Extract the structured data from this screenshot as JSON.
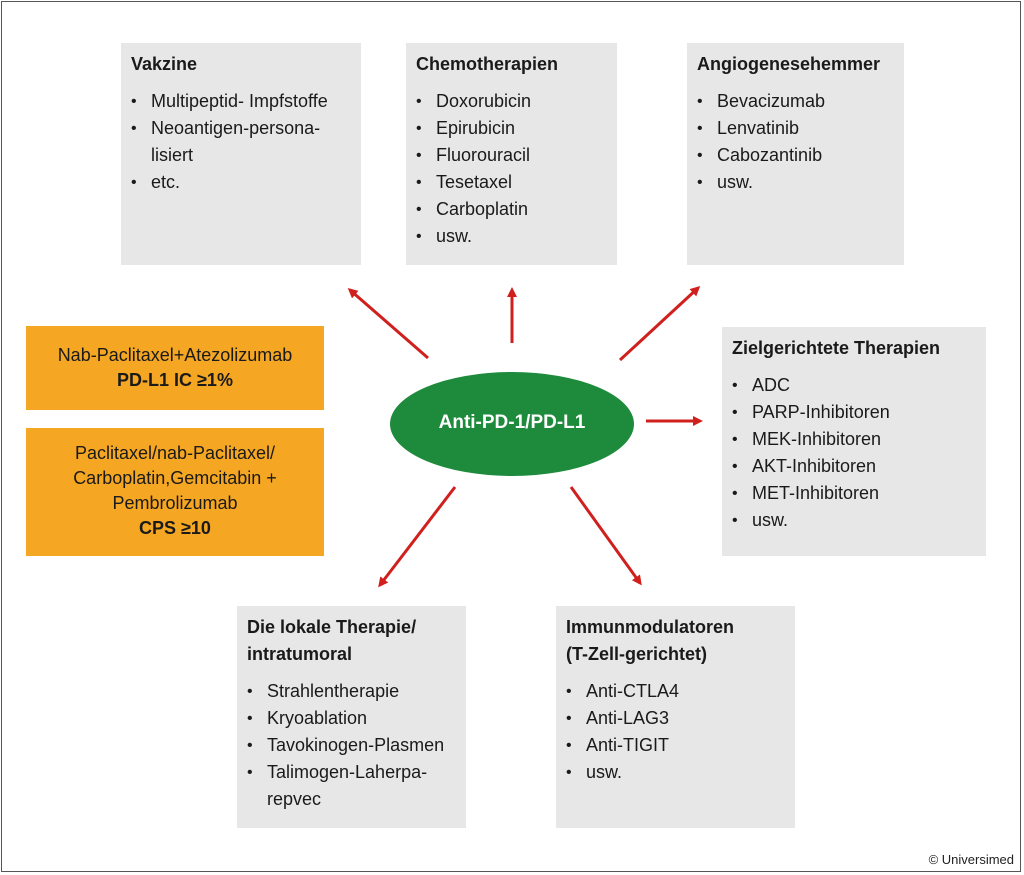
{
  "center": {
    "label": "Anti-PD-1/PD-L1",
    "fill": "#1e8a3c"
  },
  "arrow_color": "#d0201e",
  "boxes": {
    "vakzine": {
      "title": "Vakzine",
      "items": [
        "Multipeptid- Impfstoffe",
        "Neoantigen-persona-\nlisiert",
        "etc."
      ]
    },
    "chemo": {
      "title": "Chemotherapien",
      "items": [
        "Doxorubicin",
        "Epirubicin",
        "Fluorouracil",
        "Tesetaxel",
        "Carboplatin",
        "usw."
      ]
    },
    "angio": {
      "title": "Angiogenesehemmer",
      "items": [
        "Bevacizumab",
        "Lenvatinib",
        "Cabozantinib",
        "usw."
      ]
    },
    "ziel": {
      "title": "Zielgerichtete Therapien",
      "items": [
        "ADC",
        "PARP-Inhibitoren",
        "MEK-Inhibitoren",
        "AKT-Inhibitoren",
        "MET-Inhibitoren",
        "usw."
      ]
    },
    "lokal": {
      "title": "Die lokale Therapie/\nintratumoral",
      "items": [
        "Strahlentherapie",
        "Kryoablation",
        "Tavokinogen-Plasmen",
        "Talimogen-Laherpa-\nrepvec"
      ]
    },
    "immun": {
      "title": "Immunmodulatoren\n(T-Zell-gerichtet)",
      "items": [
        "Anti-CTLA4",
        "Anti-LAG3",
        "Anti-TIGIT",
        "usw."
      ]
    }
  },
  "orange_boxes": {
    "first": {
      "line1": "Nab-Paclitaxel+Atezolizumab",
      "bold": "PD-L1 IC ≥1%"
    },
    "second": {
      "line1": "Paclitaxel/nab-Paclitaxel/",
      "line2": "Carboplatin,Gemcitabin +",
      "line3": "Pembrolizumab",
      "bold": "CPS ≥10"
    }
  },
  "copyright": "© Universimed"
}
